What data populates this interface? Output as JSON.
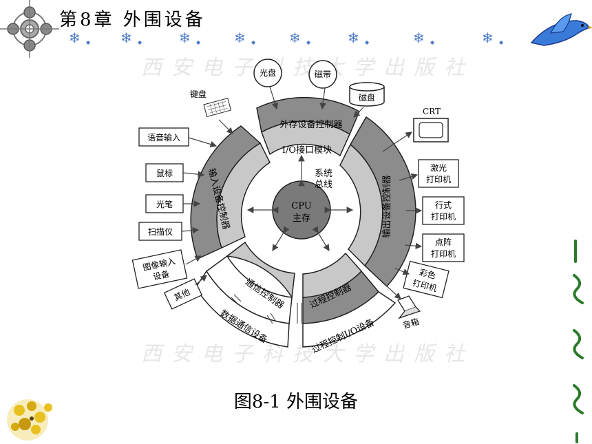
{
  "header": {
    "title": "第8章 外围设备"
  },
  "figure": {
    "caption": "图8-1 外围设备",
    "core_lines": [
      "CPU",
      "主存"
    ],
    "system_bus_lines": [
      "系统",
      "总线"
    ],
    "ring_segments": {
      "storage_controller": "外存设备控制器",
      "io_module": "I/O接口模块",
      "input_controller": "输入设备控制器",
      "output_controller": "输出设备控制器",
      "comm_controller": "通信控制器",
      "process_controller": "过程控制器",
      "data_comm_device": "数据通信设备",
      "process_io_device": "过程控制I/O设备"
    },
    "devices": {
      "optical_disk": "光盘",
      "tape": "磁带",
      "disk": "磁盘",
      "keyboard": "键盘",
      "crt": "CRT",
      "voice_input": "语音输入",
      "mouse": "鼠标",
      "light_pen": "光笔",
      "scanner": "扫描仪",
      "image_input": [
        "图像输入",
        "设备"
      ],
      "other": "其他",
      "laser_printer": [
        "激光",
        "打印机"
      ],
      "line_printer": [
        "行式",
        "打印机"
      ],
      "dot_printer": [
        "点阵",
        "打印机"
      ],
      "color_printer": [
        "彩色",
        "打印机"
      ],
      "speaker": "音箱"
    },
    "watermark": "西安电子科技大学出版社"
  },
  "colors": {
    "outer_ring_dark": "#8c8c8c",
    "inner_ring_light": "#c8c8c8",
    "core": "#7a7a7a",
    "snowflake": "#4a78c8",
    "bird": "#3a7ad8",
    "flowers": "#e8c020",
    "side_decoration": "#2a7a2a"
  }
}
